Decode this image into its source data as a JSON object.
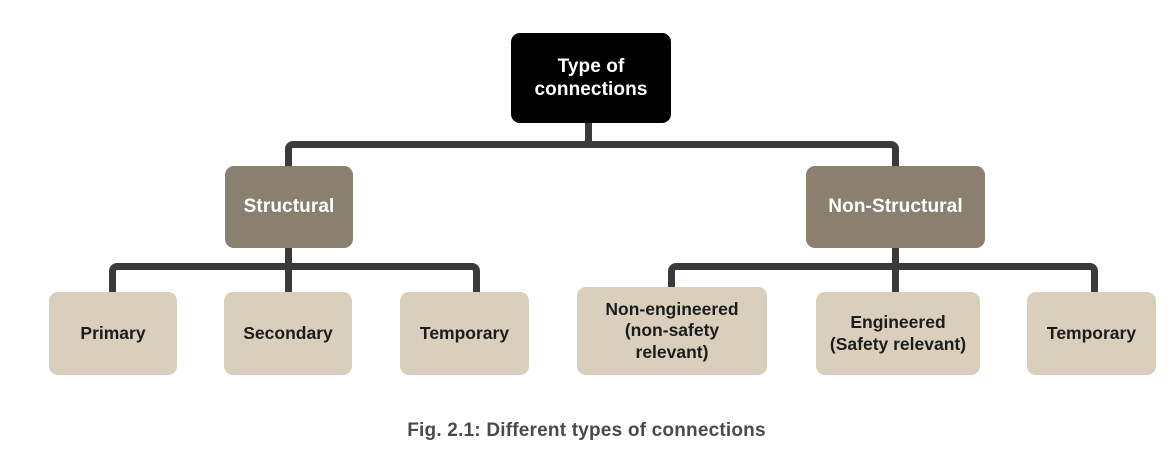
{
  "figure": {
    "caption": "Fig. 2.1: Different types of connections",
    "background_color": "#ffffff",
    "connector_color": "#3b3b3b",
    "caption_color": "#4a4a4a"
  },
  "tree": {
    "root": {
      "label": "Type of connections",
      "line1": "Type of",
      "line2": "connections",
      "fill": "#000000",
      "text_color": "#ffffff"
    },
    "branches": [
      {
        "label": "Structural",
        "fill": "#8a8070",
        "text_color": "#ffffff",
        "leaves": [
          {
            "label": "Primary",
            "lines": [
              "Primary"
            ],
            "fill": "#d9cfbc",
            "text_color": "#1c1c1c"
          },
          {
            "label": "Secondary",
            "lines": [
              "Secondary"
            ],
            "fill": "#d9cfbc",
            "text_color": "#1c1c1c"
          },
          {
            "label": "Temporary",
            "lines": [
              "Temporary"
            ],
            "fill": "#d9cfbc",
            "text_color": "#1c1c1c"
          }
        ]
      },
      {
        "label": "Non-Structural",
        "fill": "#8a8070",
        "text_color": "#ffffff",
        "leaves": [
          {
            "label": "Non-engineered (non-safety relevant)",
            "lines": [
              "Non-engineered",
              "(non-safety",
              "relevant)"
            ],
            "fill": "#d9cfbc",
            "text_color": "#1c1c1c"
          },
          {
            "label": "Engineered (Safety relevant)",
            "lines": [
              "Engineered",
              "(Safety relevant)"
            ],
            "fill": "#d9cfbc",
            "text_color": "#1c1c1c"
          },
          {
            "label": "Temporary",
            "lines": [
              "Temporary"
            ],
            "fill": "#d9cfbc",
            "text_color": "#1c1c1c"
          }
        ]
      }
    ]
  }
}
